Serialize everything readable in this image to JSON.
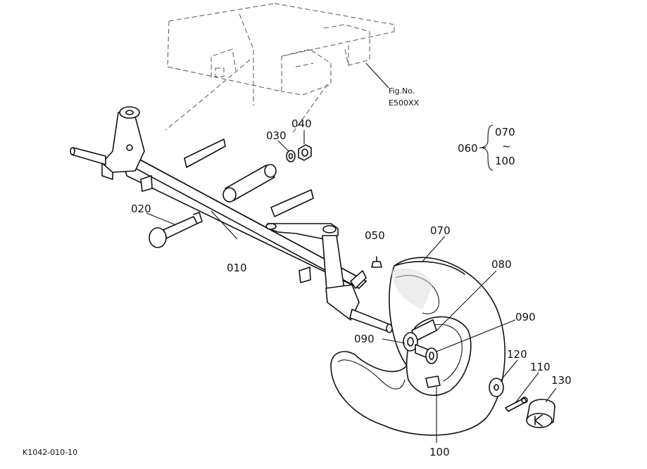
{
  "fig_ref": {
    "line1": "Fig.No.",
    "line2": "E500XX"
  },
  "parts": {
    "p010": "010",
    "p020": "020",
    "p030": "030",
    "p040": "040",
    "p050": "050",
    "p070": "070",
    "p080": "080",
    "p090a": "090",
    "p090b": "090",
    "p100": "100",
    "p110": "110",
    "p120": "120",
    "p130": "130"
  },
  "group": {
    "id": "060",
    "from": "070",
    "tilde": "~",
    "to": "100"
  },
  "drawing_code": "K1042-010-10",
  "colors": {
    "ink": "#111111",
    "paper": "#ffffff",
    "hidden_line": "#555555"
  }
}
